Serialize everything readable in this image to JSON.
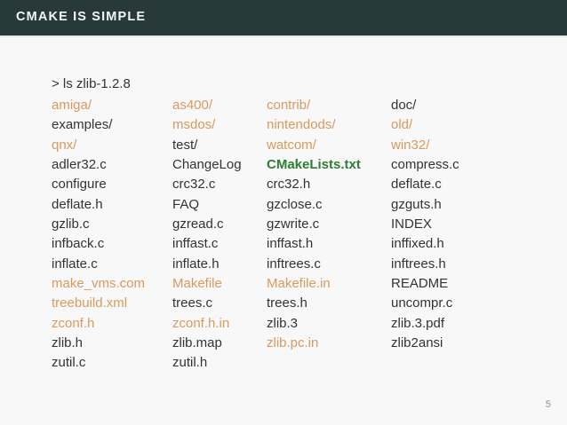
{
  "slide": {
    "title": "CMAKE IS SIMPLE",
    "page_number": "5",
    "header_color": "#28393c",
    "background_color": "#f8f8f8"
  },
  "terminal": {
    "prompt_line": "> ls zlib-1.2.8",
    "colors": {
      "normal": "#333333",
      "directory": "#d89a5e",
      "highlight": "#2e7d32"
    },
    "columns": [
      {
        "entries": [
          {
            "name": "amiga/",
            "kind": "dir"
          },
          {
            "name": "examples/",
            "kind": "normal"
          },
          {
            "name": "qnx/",
            "kind": "dir"
          },
          {
            "name": "adler32.c",
            "kind": "normal"
          },
          {
            "name": "configure",
            "kind": "normal"
          },
          {
            "name": "deflate.h",
            "kind": "normal"
          },
          {
            "name": "gzlib.c",
            "kind": "normal"
          },
          {
            "name": "infback.c",
            "kind": "normal"
          },
          {
            "name": "inflate.c",
            "kind": "normal"
          },
          {
            "name": "make_vms.com",
            "kind": "special"
          },
          {
            "name": "treebuild.xml",
            "kind": "special"
          },
          {
            "name": "zconf.h",
            "kind": "special"
          },
          {
            "name": "zlib.h",
            "kind": "normal"
          },
          {
            "name": "zutil.c",
            "kind": "normal"
          }
        ]
      },
      {
        "entries": [
          {
            "name": "as400/",
            "kind": "dir"
          },
          {
            "name": "msdos/",
            "kind": "dir"
          },
          {
            "name": "test/",
            "kind": "normal"
          },
          {
            "name": "ChangeLog",
            "kind": "normal"
          },
          {
            "name": "crc32.c",
            "kind": "normal"
          },
          {
            "name": "FAQ",
            "kind": "normal"
          },
          {
            "name": "gzread.c",
            "kind": "normal"
          },
          {
            "name": "inffast.c",
            "kind": "normal"
          },
          {
            "name": "inflate.h",
            "kind": "normal"
          },
          {
            "name": "Makefile",
            "kind": "special"
          },
          {
            "name": "trees.c",
            "kind": "normal"
          },
          {
            "name": "zconf.h.in",
            "kind": "special"
          },
          {
            "name": "zlib.map",
            "kind": "normal"
          },
          {
            "name": "zutil.h",
            "kind": "normal"
          }
        ]
      },
      {
        "entries": [
          {
            "name": "contrib/",
            "kind": "dir"
          },
          {
            "name": "nintendods/",
            "kind": "dir"
          },
          {
            "name": "watcom/",
            "kind": "dir"
          },
          {
            "name": "CMakeLists.txt",
            "kind": "highlight"
          },
          {
            "name": "crc32.h",
            "kind": "normal"
          },
          {
            "name": "gzclose.c",
            "kind": "normal"
          },
          {
            "name": "gzwrite.c",
            "kind": "normal"
          },
          {
            "name": "inffast.h",
            "kind": "normal"
          },
          {
            "name": "inftrees.c",
            "kind": "normal"
          },
          {
            "name": "Makefile.in",
            "kind": "special"
          },
          {
            "name": "trees.h",
            "kind": "normal"
          },
          {
            "name": "zlib.3",
            "kind": "normal"
          },
          {
            "name": "zlib.pc.in",
            "kind": "special"
          }
        ]
      },
      {
        "entries": [
          {
            "name": "doc/",
            "kind": "normal"
          },
          {
            "name": "old/",
            "kind": "dir"
          },
          {
            "name": "win32/",
            "kind": "dir"
          },
          {
            "name": "compress.c",
            "kind": "normal"
          },
          {
            "name": "deflate.c",
            "kind": "normal"
          },
          {
            "name": "gzguts.h",
            "kind": "normal"
          },
          {
            "name": "INDEX",
            "kind": "normal"
          },
          {
            "name": "inffixed.h",
            "kind": "normal"
          },
          {
            "name": "inftrees.h",
            "kind": "normal"
          },
          {
            "name": "README",
            "kind": "normal"
          },
          {
            "name": "uncompr.c",
            "kind": "normal"
          },
          {
            "name": "zlib.3.pdf",
            "kind": "normal"
          },
          {
            "name": "zlib2ansi",
            "kind": "normal"
          }
        ]
      }
    ]
  }
}
